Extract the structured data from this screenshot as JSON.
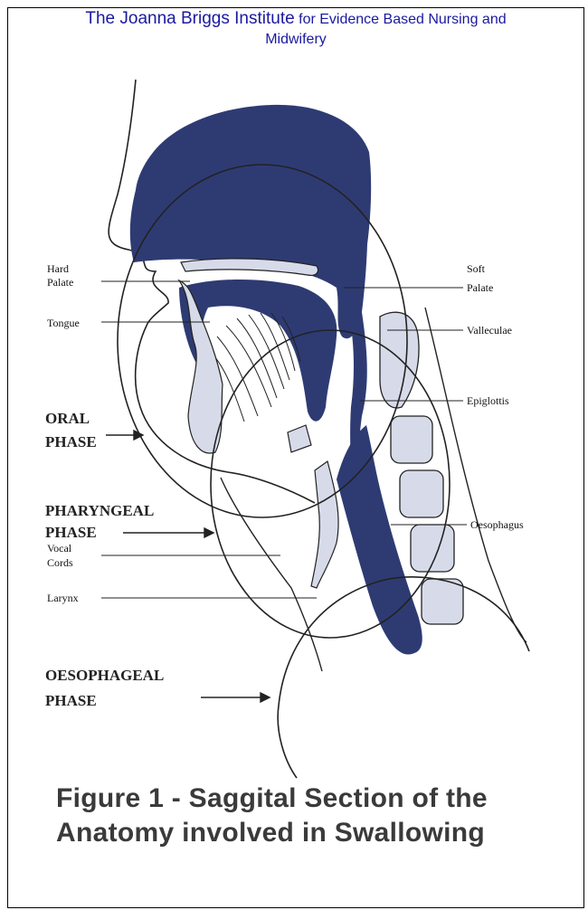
{
  "header": {
    "institute": "The Joanna Briggs Institute",
    "subtitle": "for Evidence Based Nursing and",
    "subtitle2": "Midwifery"
  },
  "labels": {
    "hard_palate": [
      "Hard",
      "Palate"
    ],
    "tongue": "Tongue",
    "soft_palate": [
      "Soft",
      "Palate"
    ],
    "valleculae": "Valleculae",
    "epiglottis": "Epiglottis",
    "oesophagus": "Oesophagus",
    "vocal_cords": [
      "Vocal",
      "Cords"
    ],
    "larynx": "Larynx"
  },
  "phases": {
    "oral": [
      "ORAL",
      "PHASE"
    ],
    "pharyngeal": [
      "PHARYNGEAL",
      "PHASE"
    ],
    "oesophageal": [
      "OESOPHAGEAL",
      "PHASE"
    ]
  },
  "caption": {
    "line1": "Figure 1 - Saggital Section of the",
    "line2": "Anatomy involved in Swallowing"
  },
  "colors": {
    "header_text": "#1a1aa0",
    "anatomy_fill": "#2e3b73",
    "caption_text": "#3a3a3a"
  }
}
